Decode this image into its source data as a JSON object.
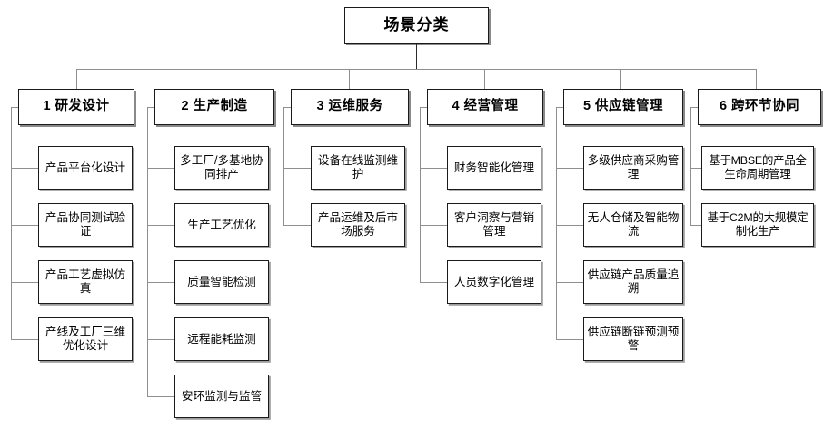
{
  "diagram": {
    "title": "场景分类",
    "type": "org-tree",
    "root": {
      "label": "场景分类"
    },
    "branches": [
      {
        "id": 1,
        "header": "1 研发设计",
        "children": [
          "产品平台化设计",
          "产品协同测试验证",
          "产品工艺虚拟仿真",
          "产线及工厂三维优化设计"
        ]
      },
      {
        "id": 2,
        "header": "2 生产制造",
        "children": [
          "多工厂/多基地协同排产",
          "生产工艺优化",
          "质量智能检测",
          "远程能耗监测",
          "安环监测与监管"
        ]
      },
      {
        "id": 3,
        "header": "3 运维服务",
        "children": [
          "设备在线监测维护",
          "产品运维及后市场服务"
        ]
      },
      {
        "id": 4,
        "header": "4 经营管理",
        "children": [
          "财务智能化管理",
          "客户洞察与营销管理",
          "人员数字化管理"
        ]
      },
      {
        "id": 5,
        "header": "5 供应链管理",
        "children": [
          "多级供应商采购管理",
          "无人仓储及智能物流",
          "供应链产品质量追溯",
          "供应链断链预测预警"
        ]
      },
      {
        "id": 6,
        "header": "6 跨环节协同",
        "children": [
          "基于MBSE的产品全生命周期管理",
          "基于C2M的大规模定制化生产"
        ]
      }
    ],
    "colors": {
      "background": "#ffffff",
      "box_border": "#1a1a1a",
      "box_fill": "#ffffff",
      "text": "#000000",
      "connector": "#8f8f8f",
      "connector_dark": "#2b2b2b"
    }
  }
}
